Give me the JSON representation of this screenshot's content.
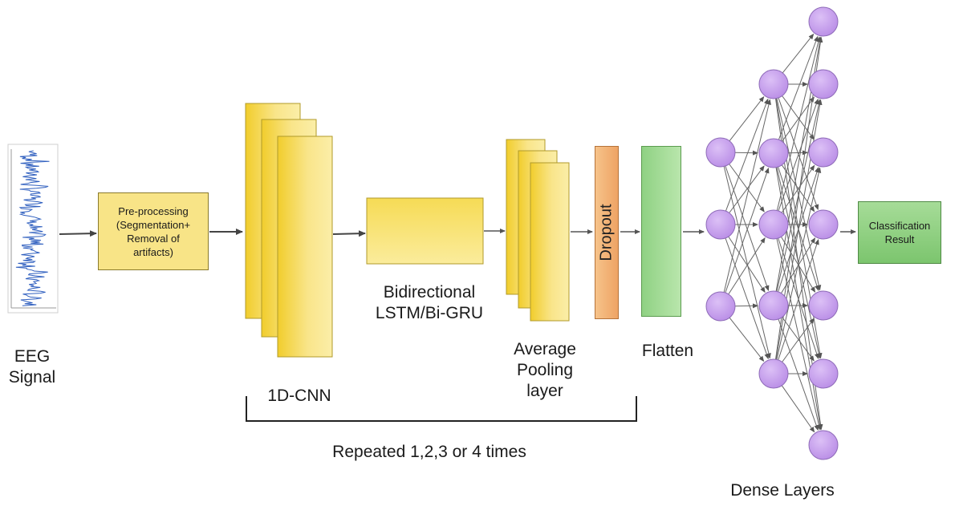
{
  "labels": {
    "eeg": "EEG\nSignal",
    "preprocess": "Pre-processing\n(Segmentation+\nRemoval of\nartifacts)",
    "cnn": "1D-CNN",
    "bilstm": "Bidirectional\nLSTM/Bi-GRU",
    "pooling": "Average\nPooling\nlayer",
    "dropout": "Dropout",
    "flatten": "Flatten",
    "repeat": "Repeated 1,2,3 or 4 times",
    "dense": "Dense Layers",
    "result": "Classification\nResult"
  },
  "dense_network": {
    "layer_sizes": [
      3,
      5,
      7
    ],
    "node_color": "#c9a0ee",
    "edge_color": "#666666"
  },
  "colors": {
    "yellow_block": "#f4d53e",
    "dropout": "#eea364",
    "flatten": "#8fd183",
    "classification": "#8ccd7d",
    "eeg_trace": "#2f5fbf"
  }
}
